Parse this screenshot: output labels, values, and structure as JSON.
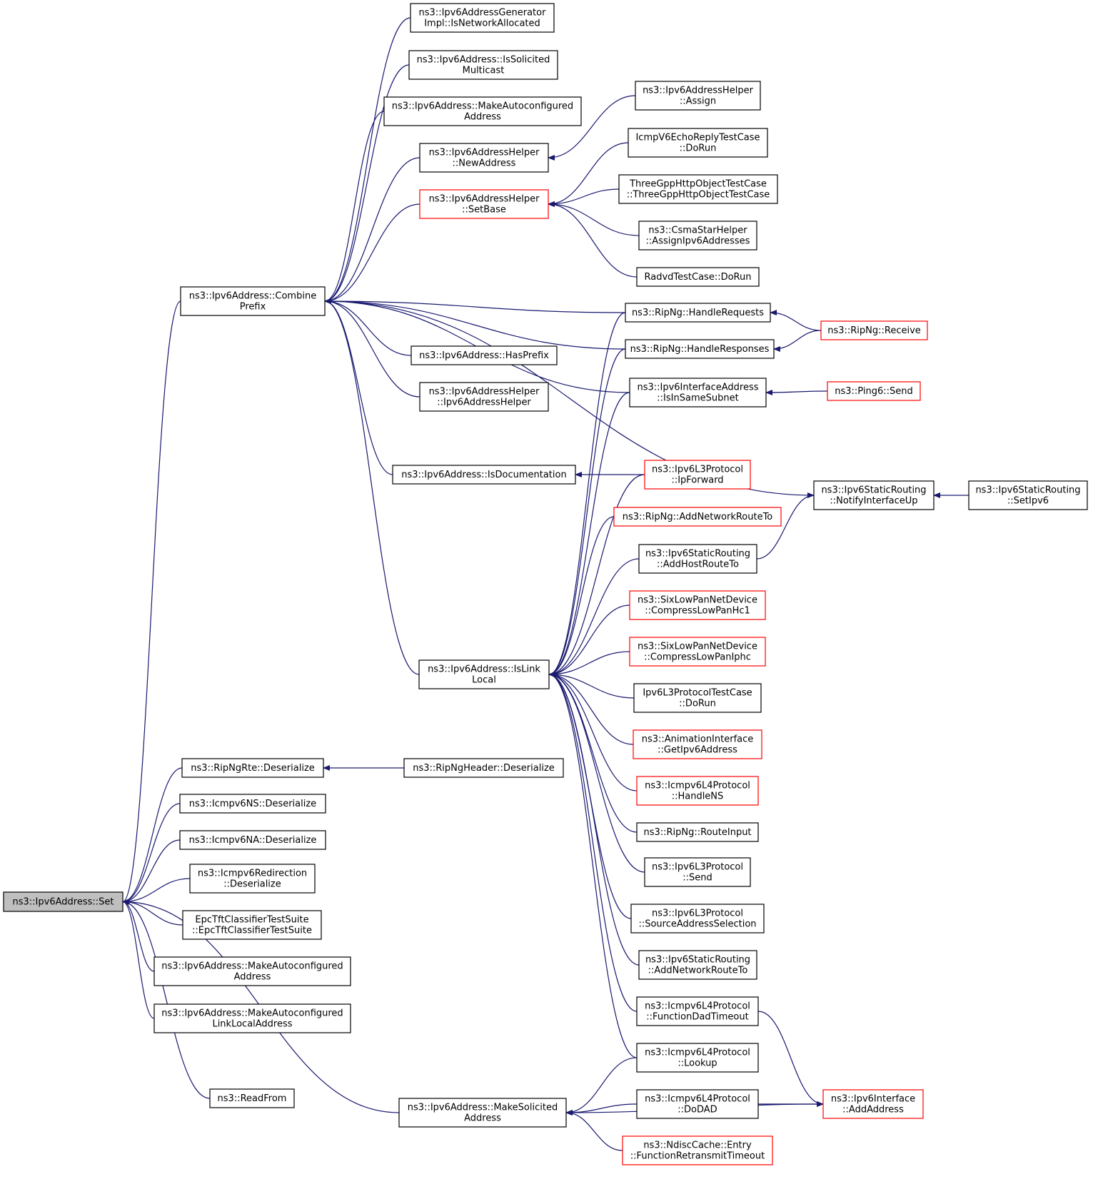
{
  "colors": {
    "edge": "#191970",
    "border_normal": "#000000",
    "border_truncated": "#ff0000",
    "focus_fill": "#bfbfbf",
    "node_fill": "#ffffff"
  },
  "nodes": [
    {
      "id": "set",
      "lines": [
        "ns3::Ipv6Address::Set"
      ],
      "style": "focus"
    },
    {
      "id": "combine",
      "lines": [
        "ns3::Ipv6Address::Combine",
        "Prefix"
      ],
      "style": "normal"
    },
    {
      "id": "rngrte",
      "lines": [
        "ns3::RipNgRte::Deserialize"
      ],
      "style": "normal"
    },
    {
      "id": "icns",
      "lines": [
        "ns3::Icmpv6NS::Deserialize"
      ],
      "style": "normal"
    },
    {
      "id": "icna",
      "lines": [
        "ns3::Icmpv6NA::Deserialize"
      ],
      "style": "normal"
    },
    {
      "id": "icred",
      "lines": [
        "ns3::Icmpv6Redirection",
        "::Deserialize"
      ],
      "style": "normal"
    },
    {
      "id": "epc",
      "lines": [
        "EpcTftClassifierTestSuite",
        "::EpcTftClassifierTestSuite"
      ],
      "style": "normal"
    },
    {
      "id": "mkauto",
      "lines": [
        "ns3::Ipv6Address::MakeAutoconfigured",
        "Address"
      ],
      "style": "normal"
    },
    {
      "id": "mkautoll",
      "lines": [
        "ns3::Ipv6Address::MakeAutoconfigured",
        "LinkLocalAddress"
      ],
      "style": "normal"
    },
    {
      "id": "readfrom",
      "lines": [
        "ns3::ReadFrom"
      ],
      "style": "normal"
    },
    {
      "id": "mksol",
      "lines": [
        "ns3::Ipv6Address::MakeSolicited",
        "Address"
      ],
      "style": "normal"
    },
    {
      "id": "isnet",
      "lines": [
        "ns3::Ipv6AddressGenerator",
        "Impl::IsNetworkAllocated"
      ],
      "style": "normal"
    },
    {
      "id": "issol",
      "lines": [
        "ns3::Ipv6Address::IsSolicited",
        "Multicast"
      ],
      "style": "normal"
    },
    {
      "id": "mkauto2",
      "lines": [
        "ns3::Ipv6Address::MakeAutoconfigured",
        "Address"
      ],
      "style": "normal"
    },
    {
      "id": "newaddr",
      "lines": [
        "ns3::Ipv6AddressHelper",
        "::NewAddress"
      ],
      "style": "normal"
    },
    {
      "id": "setbase",
      "lines": [
        "ns3::Ipv6AddressHelper",
        "::SetBase"
      ],
      "style": "truncated"
    },
    {
      "id": "hasprefix",
      "lines": [
        "ns3::Ipv6Address::HasPrefix"
      ],
      "style": "normal"
    },
    {
      "id": "ahctor",
      "lines": [
        "ns3::Ipv6AddressHelper",
        "::Ipv6AddressHelper"
      ],
      "style": "normal"
    },
    {
      "id": "isdoc",
      "lines": [
        "ns3::Ipv6Address::IsDocumentation"
      ],
      "style": "normal"
    },
    {
      "id": "isll",
      "lines": [
        "ns3::Ipv6Address::IsLink",
        "Local"
      ],
      "style": "normal"
    },
    {
      "id": "rnghdr",
      "lines": [
        "ns3::RipNgHeader::Deserialize"
      ],
      "style": "normal"
    },
    {
      "id": "assign",
      "lines": [
        "ns3::Ipv6AddressHelper",
        "::Assign"
      ],
      "style": "normal"
    },
    {
      "id": "echo",
      "lines": [
        "IcmpV6EchoReplyTestCase",
        "::DoRun"
      ],
      "style": "normal"
    },
    {
      "id": "http",
      "lines": [
        "ThreeGppHttpObjectTestCase",
        "::ThreeGppHttpObjectTestCase"
      ],
      "style": "normal"
    },
    {
      "id": "csma",
      "lines": [
        "ns3::CsmaStarHelper",
        "::AssignIpv6Addresses"
      ],
      "style": "normal"
    },
    {
      "id": "radvd",
      "lines": [
        "RadvdTestCase::DoRun"
      ],
      "style": "normal"
    },
    {
      "id": "hreq",
      "lines": [
        "ns3::RipNg::HandleRequests"
      ],
      "style": "normal"
    },
    {
      "id": "hresp",
      "lines": [
        "ns3::RipNg::HandleResponses"
      ],
      "style": "normal"
    },
    {
      "id": "issame",
      "lines": [
        "ns3::Ipv6InterfaceAddress",
        "::IsInSameSubnet"
      ],
      "style": "normal"
    },
    {
      "id": "ipfwd",
      "lines": [
        "ns3::Ipv6L3Protocol",
        "::IpForward"
      ],
      "style": "truncated"
    },
    {
      "id": "addnet",
      "lines": [
        "ns3::RipNg::AddNetworkRouteTo"
      ],
      "style": "truncated"
    },
    {
      "id": "addhost",
      "lines": [
        "ns3::Ipv6StaticRouting",
        "::AddHostRouteTo"
      ],
      "style": "normal"
    },
    {
      "id": "hc1",
      "lines": [
        "ns3::SixLowPanNetDevice",
        "::CompressLowPanHc1"
      ],
      "style": "truncated"
    },
    {
      "id": "iphc",
      "lines": [
        "ns3::SixLowPanNetDevice",
        "::CompressLowPanIphc"
      ],
      "style": "truncated"
    },
    {
      "id": "l3test",
      "lines": [
        "Ipv6L3ProtocolTestCase",
        "::DoRun"
      ],
      "style": "normal"
    },
    {
      "id": "anim",
      "lines": [
        "ns3::AnimationInterface",
        "::GetIpv6Address"
      ],
      "style": "truncated"
    },
    {
      "id": "handlens",
      "lines": [
        "ns3::Icmpv6L4Protocol",
        "::HandleNS"
      ],
      "style": "truncated"
    },
    {
      "id": "routein",
      "lines": [
        "ns3::RipNg::RouteInput"
      ],
      "style": "normal"
    },
    {
      "id": "l3send",
      "lines": [
        "ns3::Ipv6L3Protocol",
        "::Send"
      ],
      "style": "normal"
    },
    {
      "id": "srcsel",
      "lines": [
        "ns3::Ipv6L3Protocol",
        "::SourceAddressSelection"
      ],
      "style": "normal"
    },
    {
      "id": "srnet",
      "lines": [
        "ns3::Ipv6StaticRouting",
        "::AddNetworkRouteTo"
      ],
      "style": "normal"
    },
    {
      "id": "dadto",
      "lines": [
        "ns3::Icmpv6L4Protocol",
        "::FunctionDadTimeout"
      ],
      "style": "normal"
    },
    {
      "id": "lookup",
      "lines": [
        "ns3::Icmpv6L4Protocol",
        "::Lookup"
      ],
      "style": "normal"
    },
    {
      "id": "dodad",
      "lines": [
        "ns3::Icmpv6L4Protocol",
        "::DoDAD"
      ],
      "style": "normal"
    },
    {
      "id": "ndisc",
      "lines": [
        "ns3::NdiscCache::Entry",
        "::FunctionRetransmitTimeout"
      ],
      "style": "truncated"
    },
    {
      "id": "receive",
      "lines": [
        "ns3::RipNg::Receive"
      ],
      "style": "truncated"
    },
    {
      "id": "ping",
      "lines": [
        "ns3::Ping6::Send"
      ],
      "style": "truncated"
    },
    {
      "id": "notify",
      "lines": [
        "ns3::Ipv6StaticRouting",
        "::NotifyInterfaceUp"
      ],
      "style": "normal"
    },
    {
      "id": "setipv6",
      "lines": [
        "ns3::Ipv6StaticRouting",
        "::SetIpv6"
      ],
      "style": "normal"
    },
    {
      "id": "addaddr",
      "lines": [
        "ns3::Ipv6Interface",
        "::AddAddress"
      ],
      "style": "truncated"
    }
  ],
  "edges": [
    {
      "from": "combine",
      "to": "set"
    },
    {
      "from": "rngrte",
      "to": "set"
    },
    {
      "from": "icns",
      "to": "set"
    },
    {
      "from": "icna",
      "to": "set"
    },
    {
      "from": "icred",
      "to": "set"
    },
    {
      "from": "epc",
      "to": "set"
    },
    {
      "from": "mkauto",
      "to": "set"
    },
    {
      "from": "mkautoll",
      "to": "set"
    },
    {
      "from": "readfrom",
      "to": "set"
    },
    {
      "from": "mksol",
      "to": "set"
    },
    {
      "from": "isnet",
      "to": "combine"
    },
    {
      "from": "issol",
      "to": "combine"
    },
    {
      "from": "mkauto2",
      "to": "combine"
    },
    {
      "from": "newaddr",
      "to": "combine"
    },
    {
      "from": "setbase",
      "to": "combine"
    },
    {
      "from": "hreq",
      "to": "combine"
    },
    {
      "from": "hresp",
      "to": "combine"
    },
    {
      "from": "issame",
      "to": "combine"
    },
    {
      "from": "hasprefix",
      "to": "combine"
    },
    {
      "from": "ahctor",
      "to": "combine"
    },
    {
      "from": "notify",
      "to": "combine"
    },
    {
      "from": "isdoc",
      "to": "combine"
    },
    {
      "from": "isll",
      "to": "combine"
    },
    {
      "from": "assign",
      "to": "newaddr"
    },
    {
      "from": "echo",
      "to": "setbase"
    },
    {
      "from": "http",
      "to": "setbase"
    },
    {
      "from": "csma",
      "to": "setbase"
    },
    {
      "from": "radvd",
      "to": "setbase"
    },
    {
      "from": "rnghdr",
      "to": "rngrte"
    },
    {
      "from": "ipfwd",
      "to": "isdoc"
    },
    {
      "from": "hreq",
      "to": "isll"
    },
    {
      "from": "hresp",
      "to": "isll"
    },
    {
      "from": "issame",
      "to": "isll"
    },
    {
      "from": "ipfwd",
      "to": "isll"
    },
    {
      "from": "addnet",
      "to": "isll"
    },
    {
      "from": "addhost",
      "to": "isll"
    },
    {
      "from": "hc1",
      "to": "isll"
    },
    {
      "from": "iphc",
      "to": "isll"
    },
    {
      "from": "l3test",
      "to": "isll"
    },
    {
      "from": "anim",
      "to": "isll"
    },
    {
      "from": "handlens",
      "to": "isll"
    },
    {
      "from": "routein",
      "to": "isll"
    },
    {
      "from": "l3send",
      "to": "isll"
    },
    {
      "from": "srcsel",
      "to": "isll"
    },
    {
      "from": "srnet",
      "to": "isll"
    },
    {
      "from": "dadto",
      "to": "isll"
    },
    {
      "from": "lookup",
      "to": "isll"
    },
    {
      "from": "lookup",
      "to": "mksol"
    },
    {
      "from": "dodad",
      "to": "mksol"
    },
    {
      "from": "ndisc",
      "to": "mksol"
    },
    {
      "from": "addaddr",
      "to": "mksol"
    },
    {
      "from": "receive",
      "to": "hreq"
    },
    {
      "from": "receive",
      "to": "hresp"
    },
    {
      "from": "ping",
      "to": "issame"
    },
    {
      "from": "addhost",
      "to": "notify"
    },
    {
      "from": "setipv6",
      "to": "notify"
    },
    {
      "from": "dadto",
      "to": "addaddr"
    },
    {
      "from": "dodad",
      "to": "addaddr"
    }
  ]
}
